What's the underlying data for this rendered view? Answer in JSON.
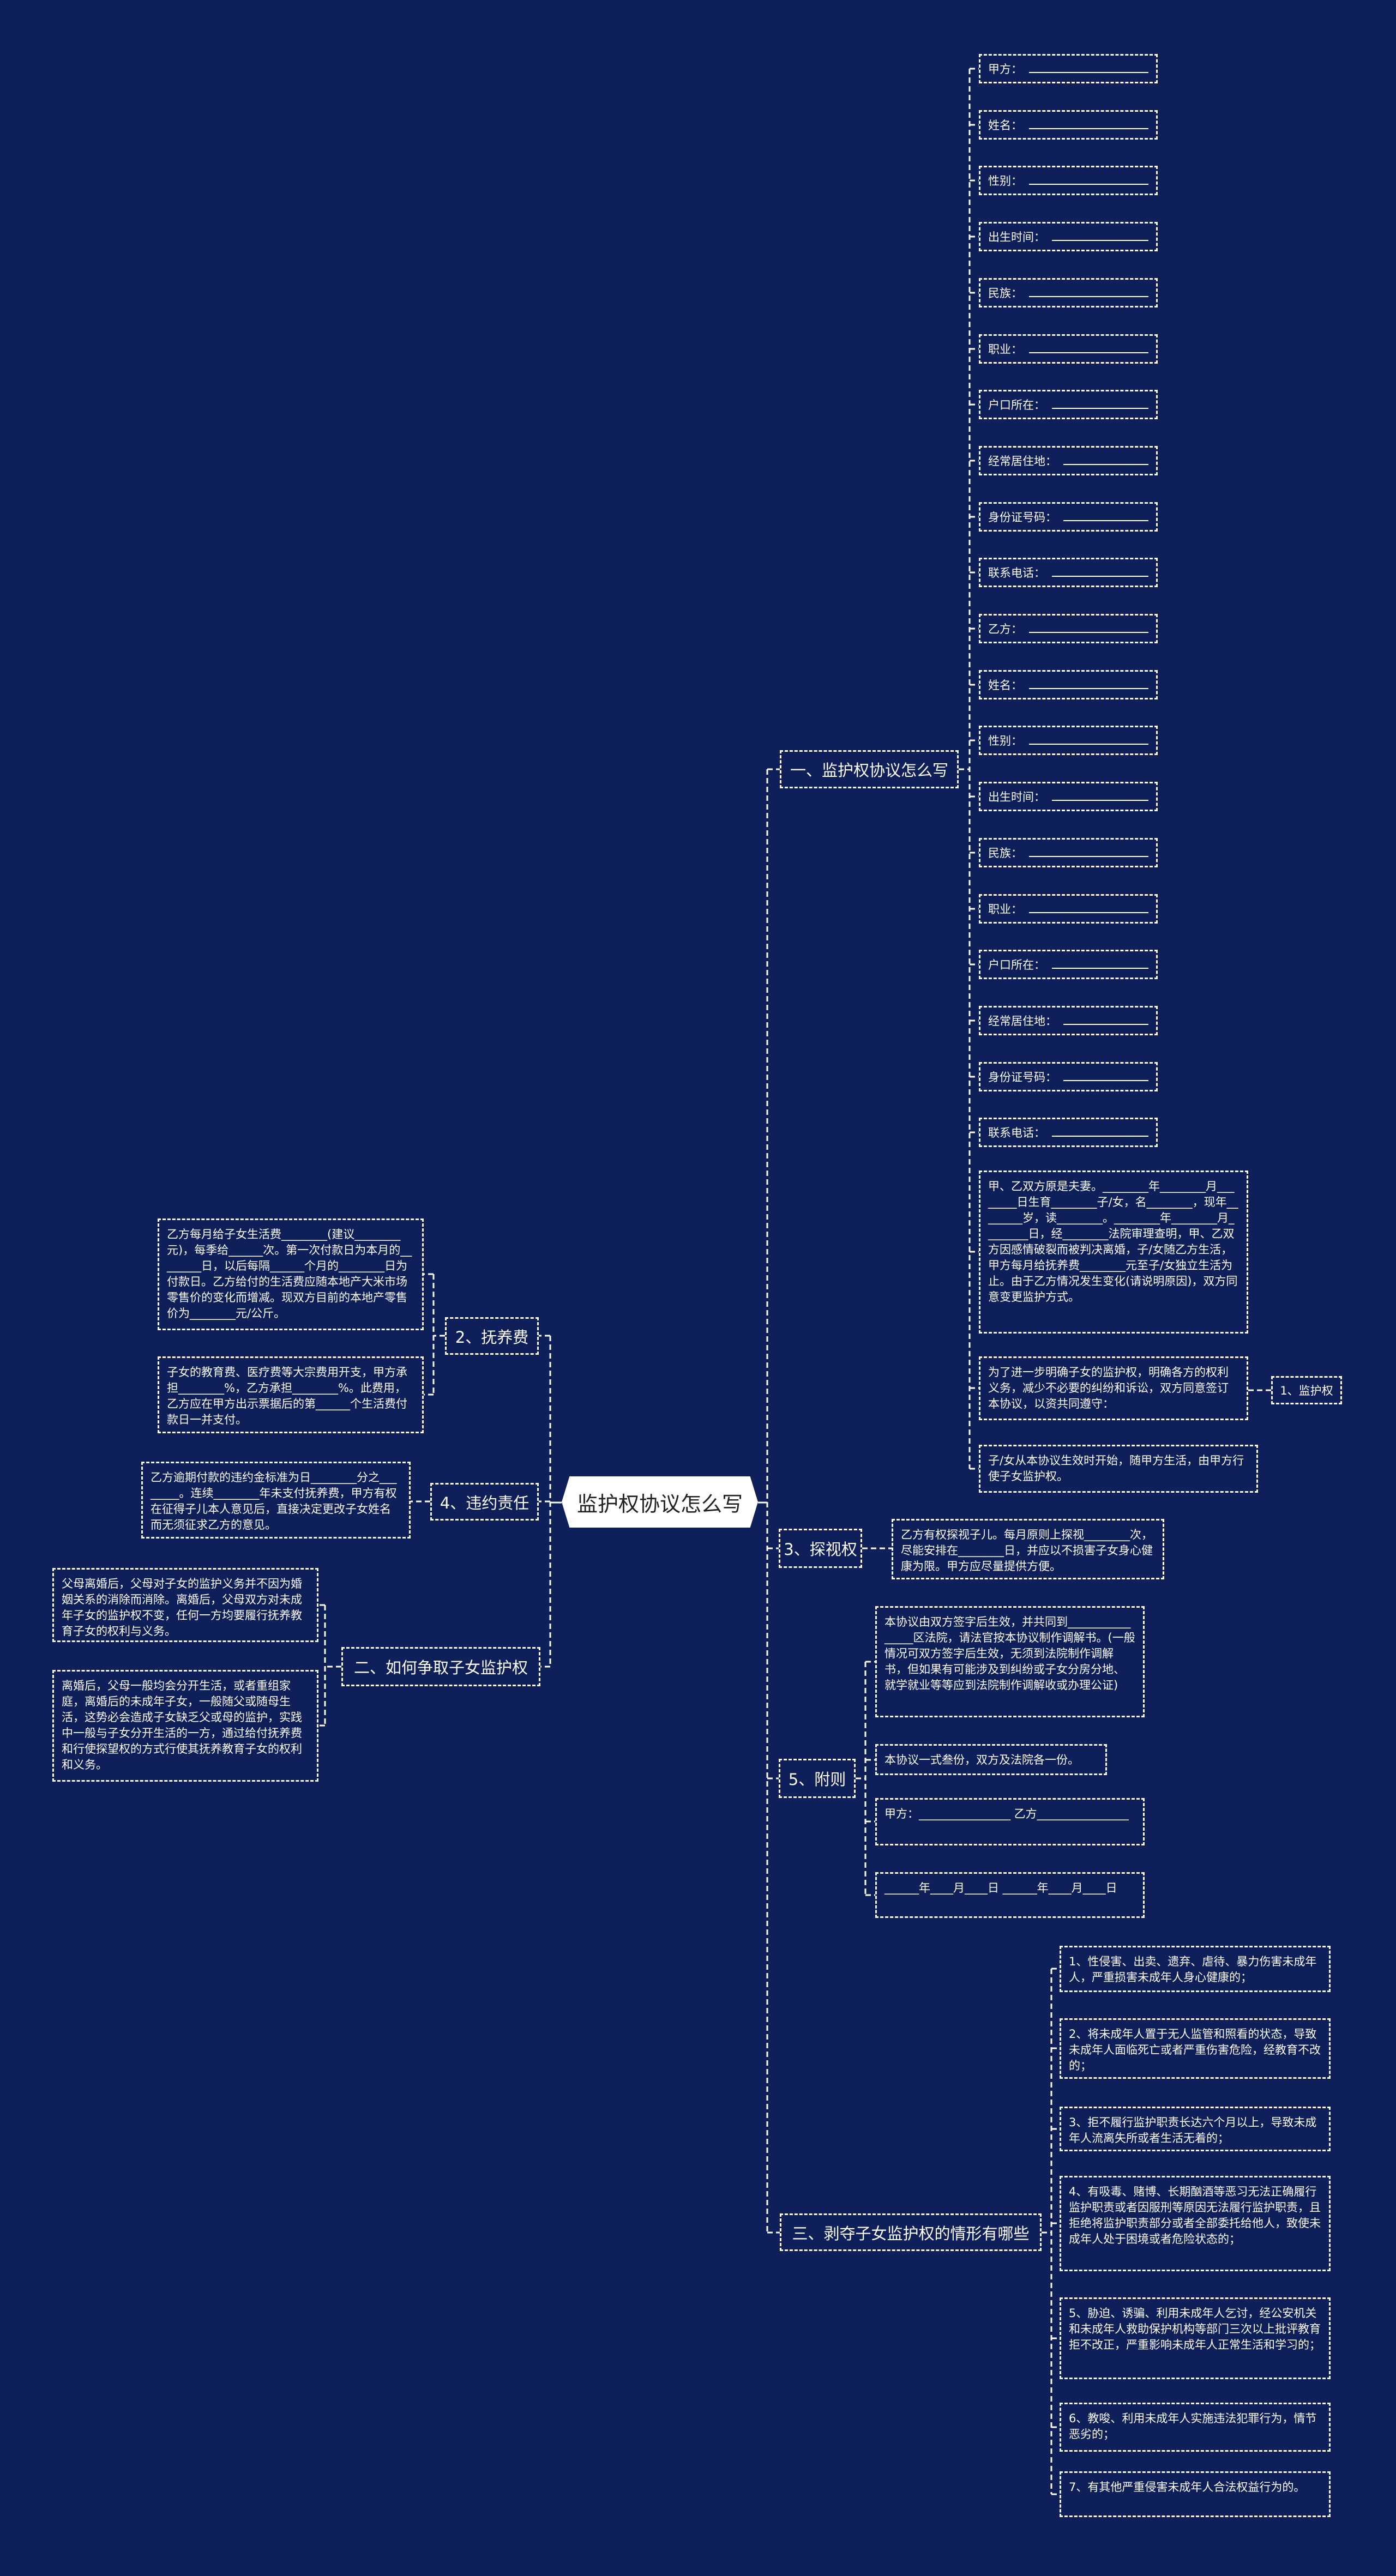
{
  "root": "监护权协议怎么写",
  "right": {
    "section1": {
      "label": "一、监护权协议怎么写",
      "fields": [
        "甲方：",
        "姓名：",
        "性别：",
        "出生时间：",
        "民族：",
        "职业：",
        "户口所在：",
        "经常居住地：",
        "身份证号码：",
        "联系电话：",
        "乙方：",
        "姓名：",
        "性别：",
        "出生时间：",
        "民族：",
        "职业：",
        "户口所在：",
        "经常居住地：",
        "身份证号码：",
        "联系电话："
      ],
      "para1": "甲、乙双方原是夫妻。________年________月________日生育________子/女，名________，现年________岁，读________。________年________月________日，经________法院审理查明，甲、乙双方因感情破裂而被判决离婚，子/女随乙方生活，甲方每月给抚养费________元至子/女独立生活为止。由于乙方情况发生变化(请说明原因)，双方同意变更监护方式。",
      "para2": "为了进一步明确子女的监护权，明确各方的权利义务，减少不必要的纠纷和诉讼，双方同意签订本协议，以资共同遵守：",
      "para2_child": "1、监护权",
      "para3": "子/女从本协议生效时开始，随甲方生活，由甲方行使子女监护权。"
    },
    "visitation": {
      "label": "3、探视权",
      "text": "乙方有权探视子儿。每月原则上探视________次，尽能安排在________日，并应以不损害子女身心健康为限。甲方应尽量提供方便。"
    },
    "supplementary": {
      "label": "5、附则",
      "items": [
        "本协议由双方签字后生效，并共同到________________区法院，请法官按本协议制作调解书。(一般情况可双方签字后生效，无须到法院制作调解书，但如果有可能涉及到纠纷或子女分房分地、就学就业等等应到法院制作调解收或办理公证)",
        "本协议一式叁份，双方及法院各一份。",
        "甲方：________________ 乙方________________",
        "______年____月____日 ______年____月____日"
      ]
    },
    "deprivation": {
      "label": "三、剥夺子女监护权的情形有哪些",
      "items": [
        "1、性侵害、出卖、遗弃、虐待、暴力伤害未成年人，严重损害未成年人身心健康的；",
        "2、将未成年人置于无人监管和照看的状态，导致未成年人面临死亡或者严重伤害危险，经教育不改的；",
        "3、拒不履行监护职责长达六个月以上，导致未成年人流离失所或者生活无着的；",
        "4、有吸毒、赌博、长期酗酒等恶习无法正确履行监护职责或者因服刑等原因无法履行监护职责，且拒绝将监护职责部分或者全部委托给他人，致使未成年人处于困境或者危险状态的；",
        "5、胁迫、诱骗、利用未成年人乞讨，经公安机关和未成年人救助保护机构等部门三次以上批评教育拒不改正，严重影响未成年人正常生活和学习的；",
        "6、教唆、利用未成年人实施违法犯罪行为，情节恶劣的；",
        "7、有其他严重侵害未成年人合法权益行为的。"
      ]
    }
  },
  "left": {
    "support": {
      "label": "2、抚养费",
      "items": [
        "乙方每月给子女生活费________(建议________元)，每季给______次。第一次付款日为本月的________日，以后每隔______个月的________日为付款日。乙方给付的生活费应随本地产大米市场零售价的变化而增减。现双方目前的本地产零售价为________元/公斤。",
        "子女的教育费、医疗费等大宗费用开支，甲方承担________%，乙方承担________%。此费用，乙方应在甲方出示票据后的第______个生活费付款日一并支付。"
      ]
    },
    "breach": {
      "label": "4、违约责任",
      "text": "乙方逾期付款的违约金标准为日________分之________。连续________年未支付抚养费，甲方有权在征得子儿本人意见后，直接决定更改子女姓名而无须征求乙方的意见。"
    },
    "custody": {
      "label": "二、如何争取子女监护权",
      "items": [
        "父母离婚后，父母对子女的监护义务并不因为婚姻关系的消除而消除。离婚后，父母双方对未成年子女的监护权不变，任何一方均要履行抚养教育子女的权利与义务。",
        "离婚后，父母一般均会分开生活，或者重组家庭，离婚后的未成年子女，一般随父或随母生活，这势必会造成子女缺乏父或母的监护，实践中一般与子女分开生活的一方，通过给付抚养费和行使探望权的方式行使其抚养教育子女的权利和义务。"
      ]
    }
  }
}
